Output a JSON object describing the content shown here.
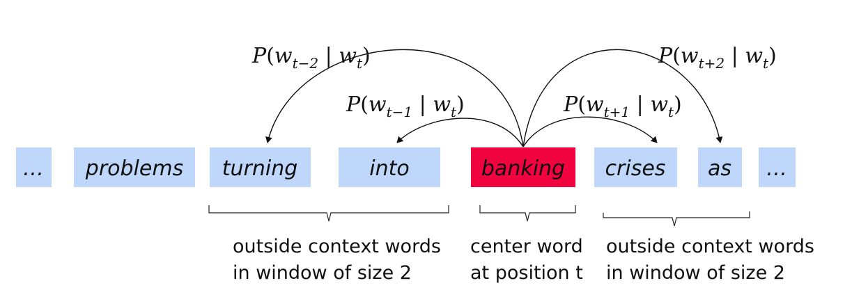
{
  "colors": {
    "context_box": "#bfd7fa",
    "center_box": "#f0033f",
    "text": "#111111"
  },
  "words": [
    "…",
    "problems",
    "turning",
    "into",
    "banking",
    "crises",
    "as",
    "…"
  ],
  "probabilities": {
    "t_minus_2": {
      "P": "P",
      "open": "(",
      "w1": "w",
      "sub1": "t−2",
      "bar": " | ",
      "w2": "w",
      "sub2": "t",
      "close": ")"
    },
    "t_minus_1": {
      "P": "P",
      "open": "(",
      "w1": "w",
      "sub1": "t−1",
      "bar": " | ",
      "w2": "w",
      "sub2": "t",
      "close": ")"
    },
    "t_plus_1": {
      "P": "P",
      "open": "(",
      "w1": "w",
      "sub1": "t+1",
      "bar": " | ",
      "w2": "w",
      "sub2": "t",
      "close": ")"
    },
    "t_plus_2": {
      "P": "P",
      "open": "(",
      "w1": "w",
      "sub1": "t+2",
      "bar": " | ",
      "w2": "w",
      "sub2": "t",
      "close": ")"
    }
  },
  "captions": {
    "left": [
      "outside context words",
      "in window of size 2"
    ],
    "center": [
      "center word",
      "at position t"
    ],
    "right": [
      "outside context words",
      "in window of size 2"
    ]
  }
}
